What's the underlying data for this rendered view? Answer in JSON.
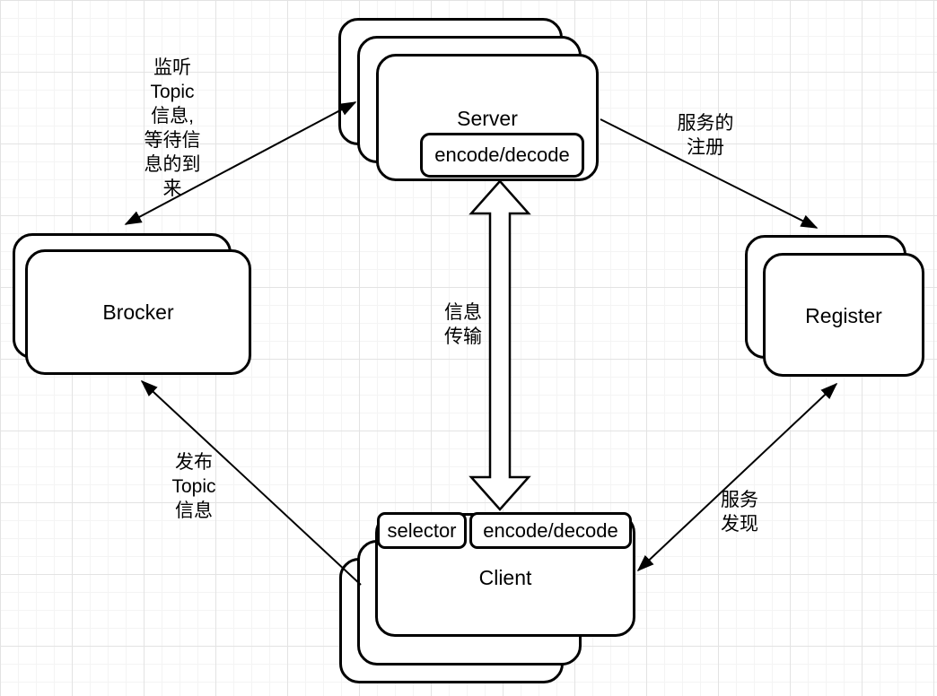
{
  "diagram": {
    "nodes": {
      "server": {
        "title": "Server",
        "encode_decode": "encode/decode"
      },
      "brocker": {
        "title": "Brocker"
      },
      "register": {
        "title": "Register"
      },
      "client": {
        "title": "Client",
        "selector": "selector",
        "encode_decode": "encode/decode"
      }
    },
    "edges": {
      "listen": {
        "label": "监听\nTopic\n信息,\n等待信\n息的到\n来"
      },
      "register": {
        "label": "服务的\n注册"
      },
      "transfer": {
        "label": "信息\n传输"
      },
      "publish": {
        "label": "发布\nTopic\n信息"
      },
      "discovery": {
        "label": "服务\n发现"
      }
    },
    "colors": {
      "stroke": "#000000",
      "node_fill": "#ffffff",
      "grid_minor": "#f4f4f4",
      "grid_major": "#e3e3e3"
    }
  }
}
